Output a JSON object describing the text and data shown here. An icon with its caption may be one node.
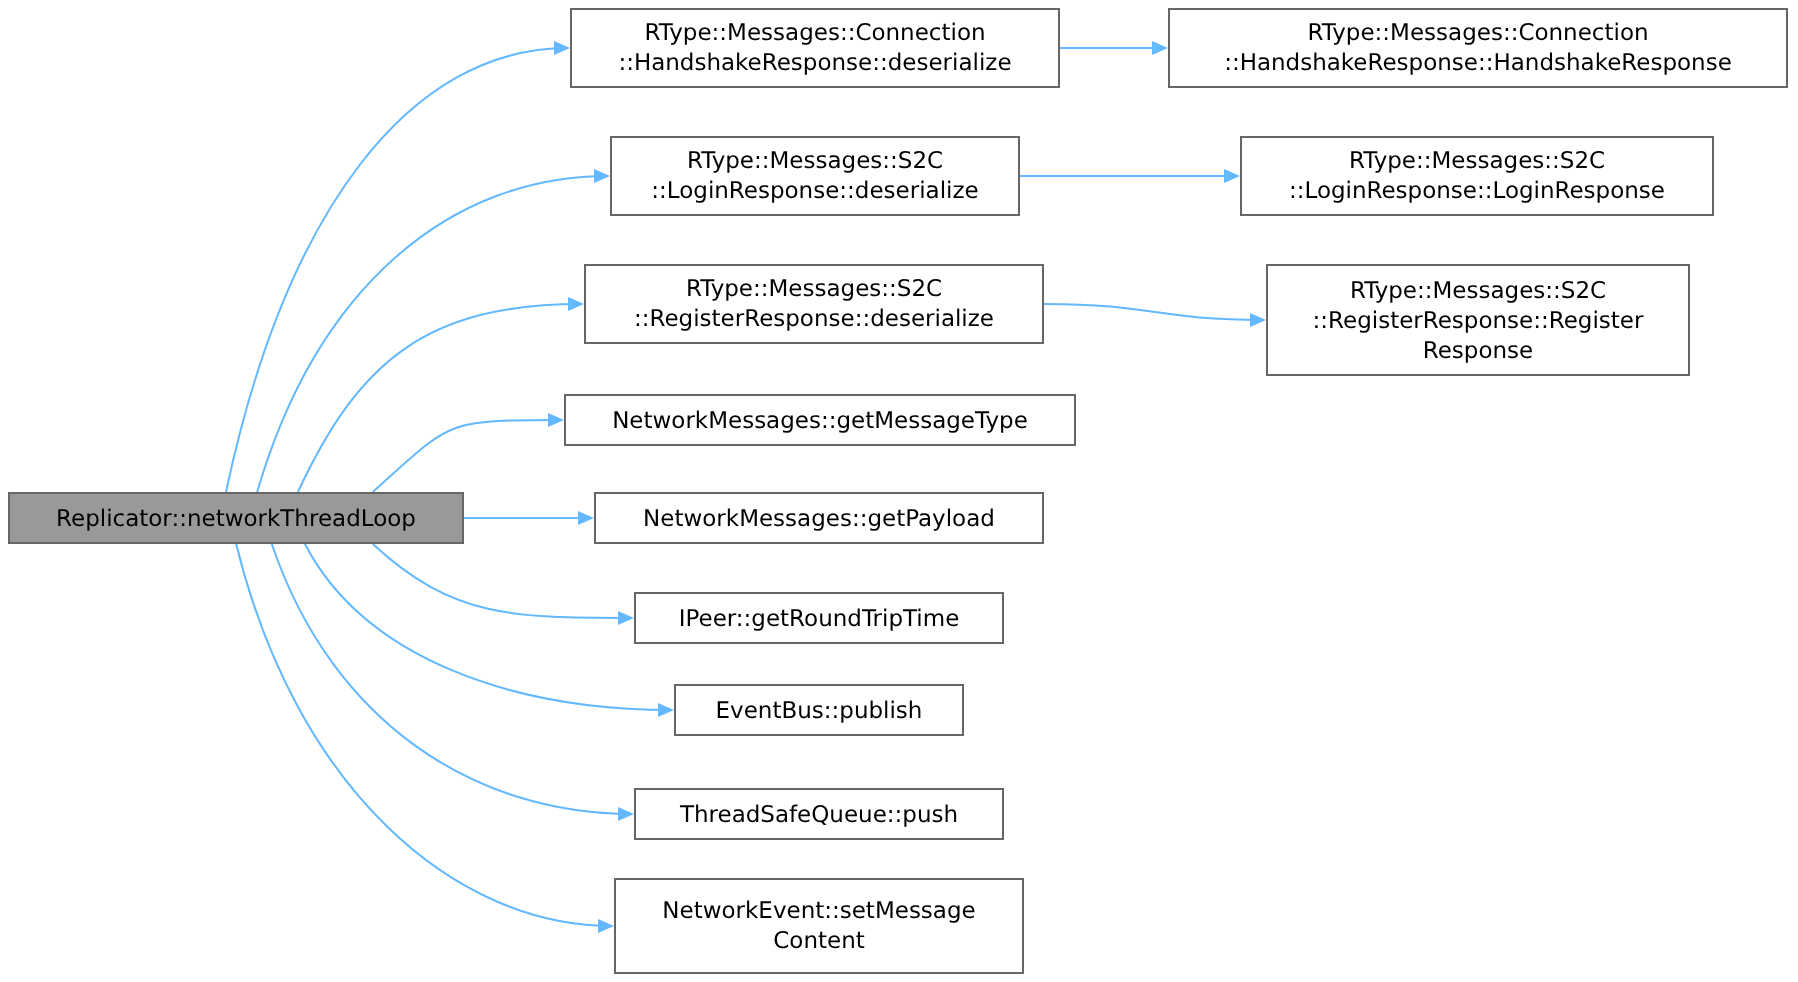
{
  "diagram": {
    "nodes": [
      {
        "text": [
          "Replicator::networkThreadLoop"
        ]
      },
      {
        "text": [
          "RType::Messages::Connection ::HandshakeResponse::deserialize"
        ]
      },
      {
        "text": [
          "RType::Messages::Connection ::HandshakeResponse::HandshakeResponse"
        ]
      },
      {
        "text": [
          "RType::Messages::S2C ::LoginResponse::deserialize"
        ]
      },
      {
        "text": [
          "RType::Messages::S2C ::LoginResponse::LoginResponse"
        ]
      },
      {
        "text": [
          "RType::Messages::S2C ::RegisterResponse::deserialize"
        ]
      },
      {
        "text": [
          "RType::Messages::S2C ::RegisterResponse::Register Response"
        ]
      },
      {
        "text": [
          "NetworkMessages::getMessageType"
        ]
      },
      {
        "text": [
          "NetworkMessages::getPayload"
        ]
      },
      {
        "text": [
          "IPeer::getRoundTripTime"
        ]
      },
      {
        "text": [
          "EventBus::publish"
        ]
      },
      {
        "text": [
          "ThreadSafeQueue::push"
        ]
      },
      {
        "text": [
          "NetworkEvent::setMessage Content"
        ]
      }
    ],
    "edges": [
      {
        "from": 0,
        "to": 1,
        "arrow": "to"
      },
      {
        "from": 0,
        "to": 3,
        "arrow": "to"
      },
      {
        "from": 0,
        "to": 5,
        "arrow": "to"
      },
      {
        "from": 0,
        "to": 7,
        "arrow": "to"
      },
      {
        "from": 0,
        "to": 8,
        "arrow": "to"
      },
      {
        "from": 0,
        "to": 9,
        "arrow": "to"
      },
      {
        "from": 0,
        "to": 10,
        "arrow": "to"
      },
      {
        "from": 0,
        "to": 11,
        "arrow": "to"
      },
      {
        "from": 0,
        "to": 12,
        "arrow": "to"
      },
      {
        "from": 1,
        "to": 2,
        "arrow": "to"
      },
      {
        "from": 3,
        "to": 4,
        "arrow": "to"
      },
      {
        "from": 5,
        "to": 6,
        "arrow": "to"
      }
    ]
  }
}
